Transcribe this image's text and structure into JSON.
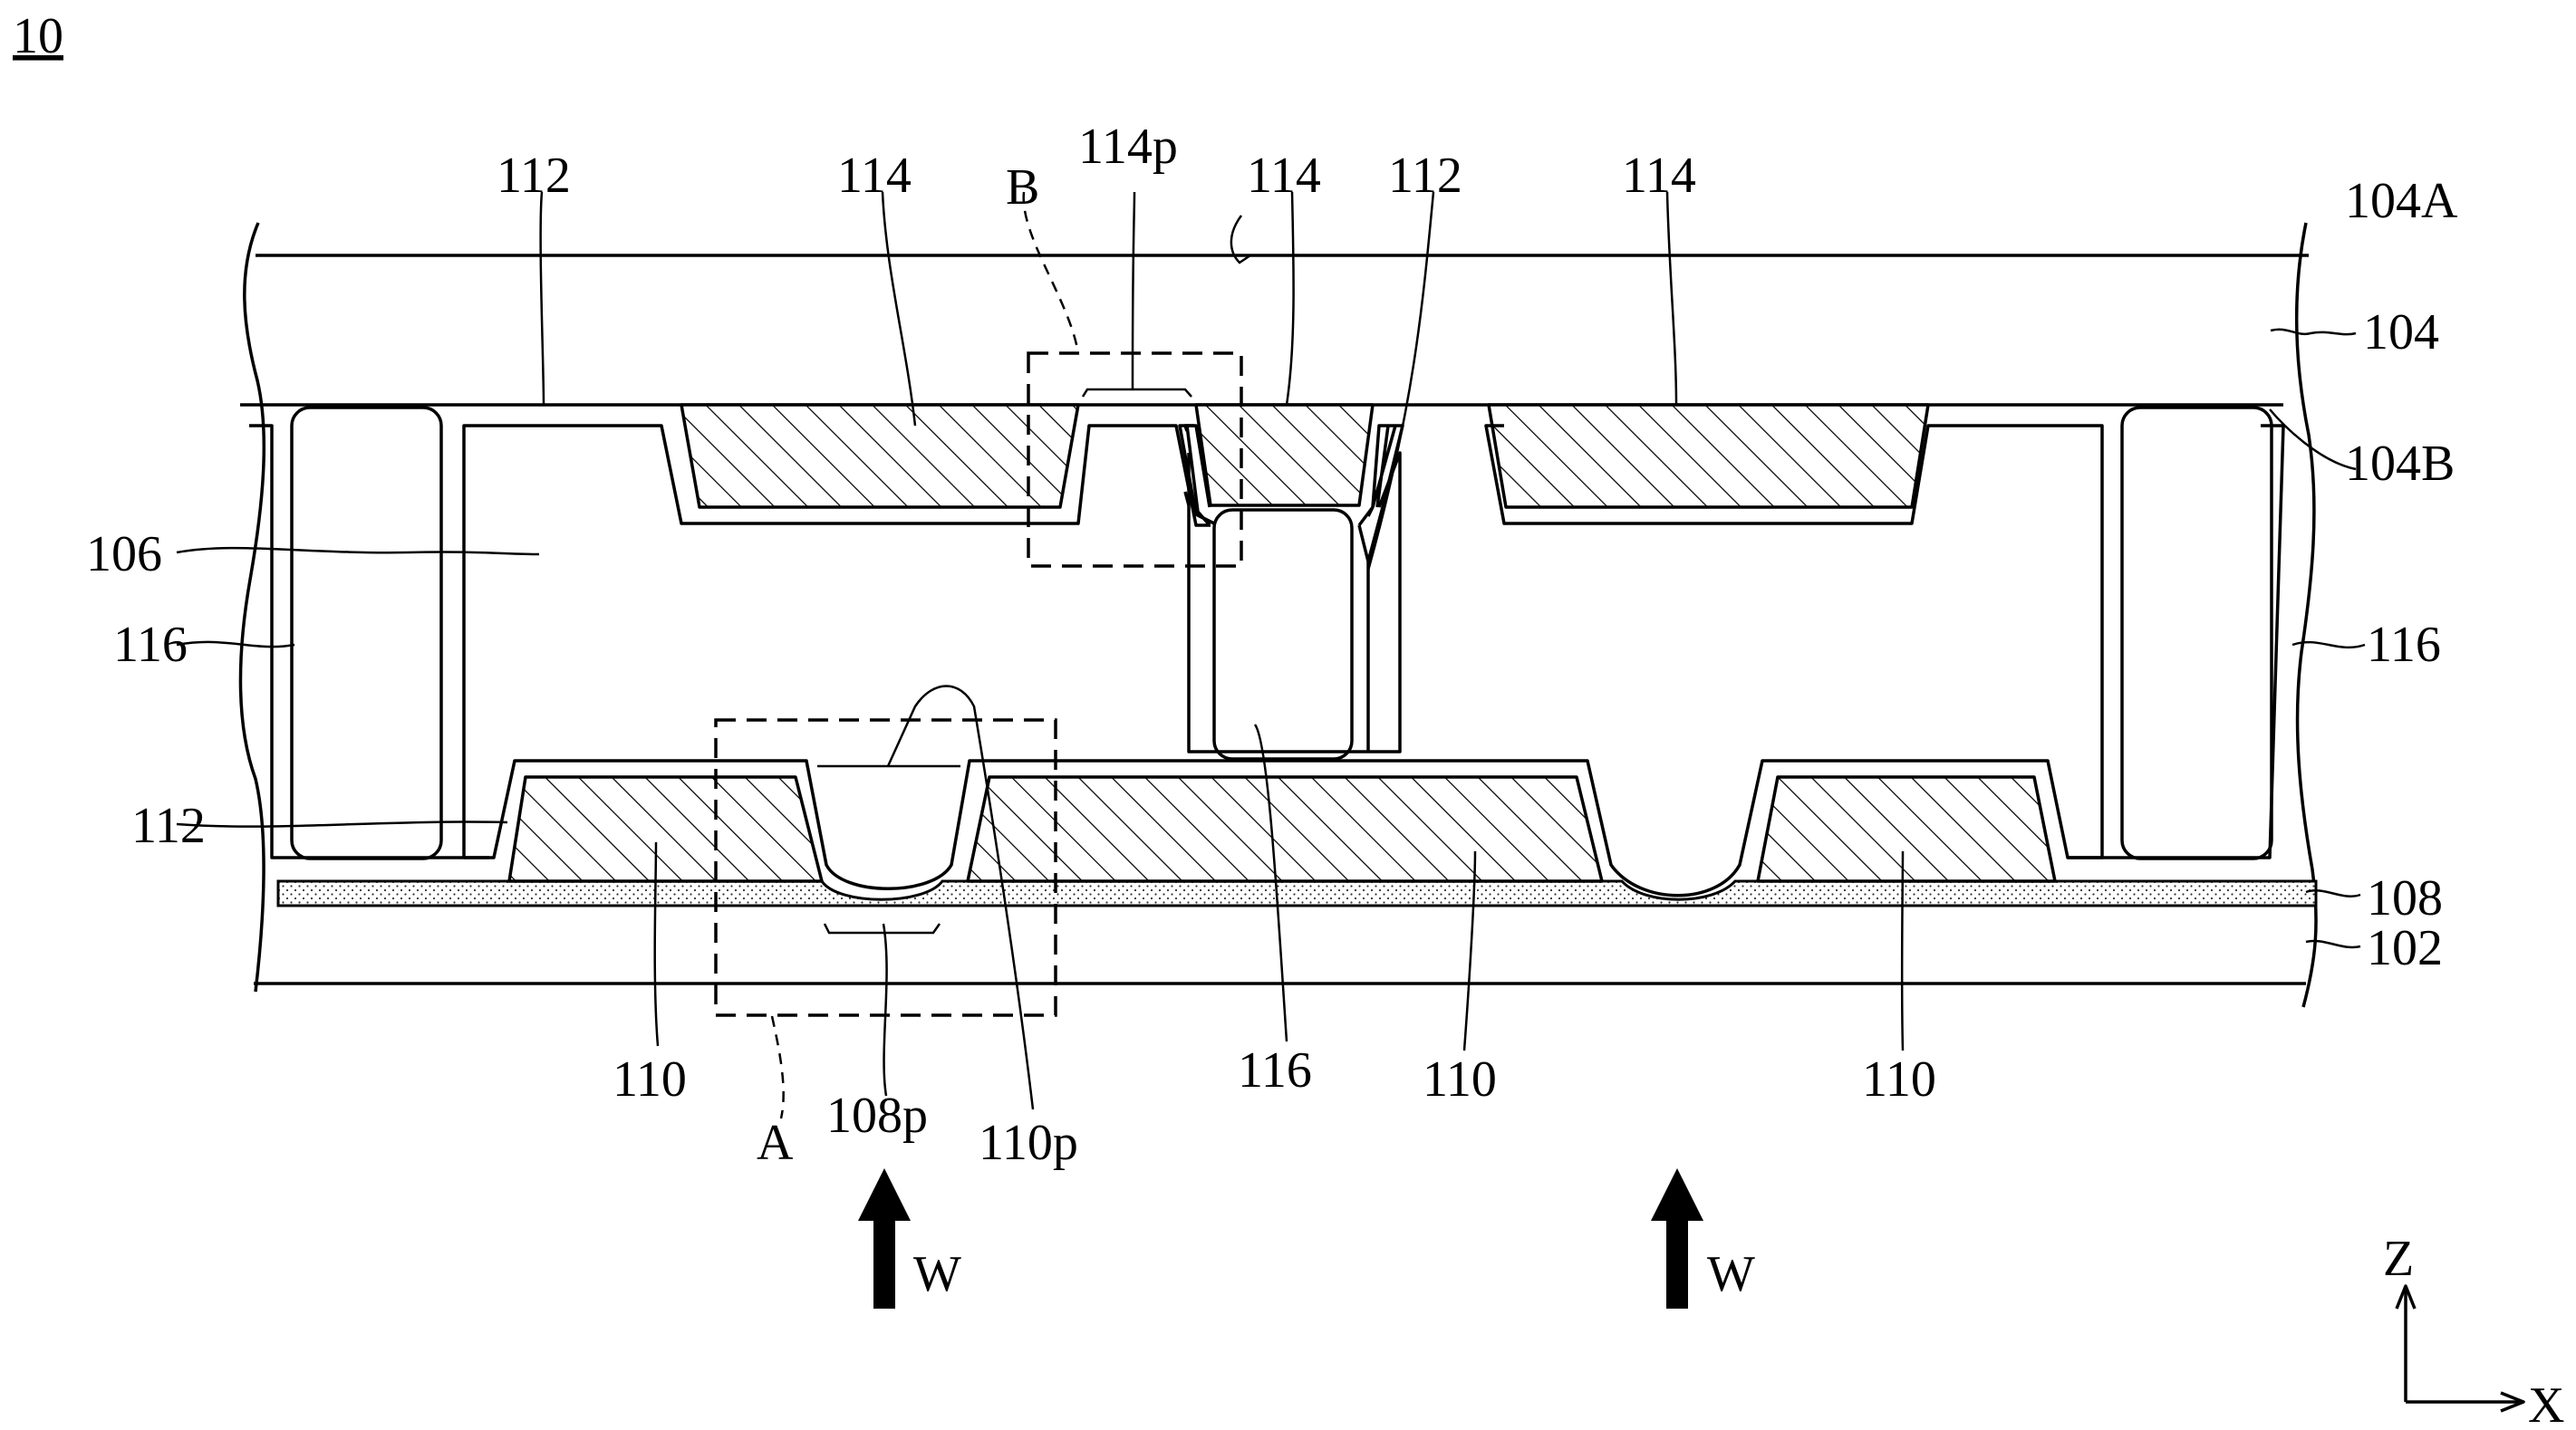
{
  "figure_label": "10",
  "labels": {
    "l104A": "104A",
    "l104": "104",
    "l104B": "104B",
    "l112a": "112",
    "l112b": "112",
    "l112c": "112",
    "l114a": "114",
    "l114b": "114",
    "l114c": "114",
    "l114p": "114p",
    "lB": "B",
    "l106": "106",
    "l116a": "116",
    "l116b": "116",
    "l116c": "116",
    "l110a": "110",
    "l110b": "110",
    "l110c": "110",
    "l108": "108",
    "l102": "102",
    "lA": "A",
    "l108p": "108p",
    "l110p": "110p",
    "lW1": "W",
    "lW2": "W",
    "axisZ": "Z",
    "axisX": "X"
  }
}
